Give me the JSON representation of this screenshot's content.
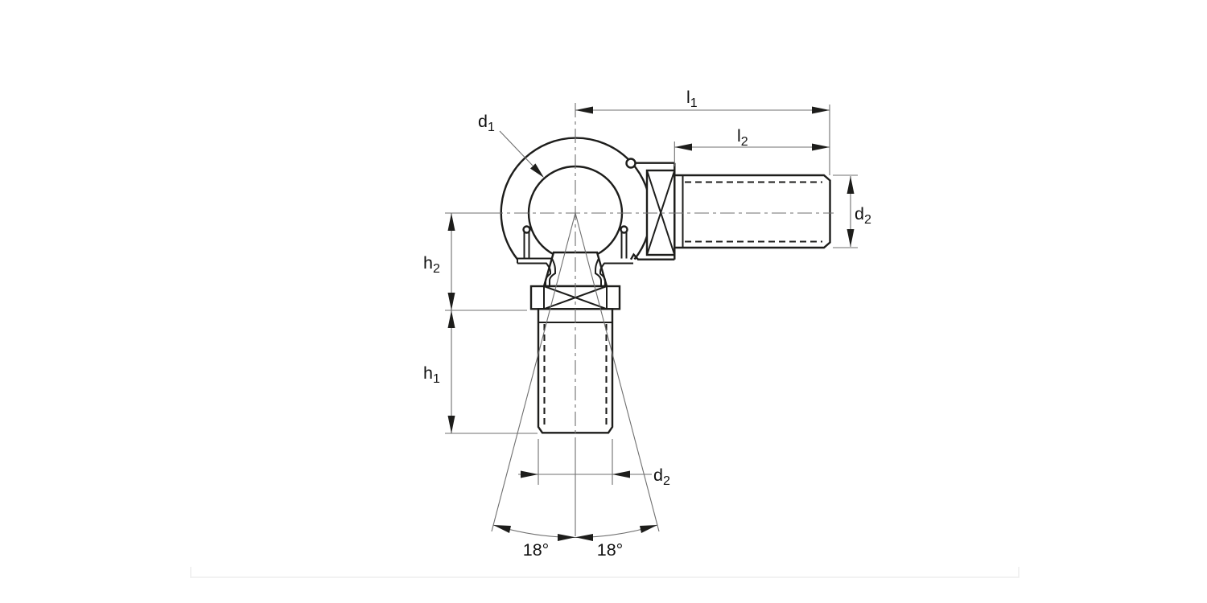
{
  "diagram": {
    "type": "technical-drawing-rod-end-ball-joint",
    "labels": {
      "l1": {
        "base": "l",
        "sub": "1"
      },
      "l2": {
        "base": "l",
        "sub": "2"
      },
      "d1": {
        "base": "d",
        "sub": "1"
      },
      "d2_shank": {
        "base": "d",
        "sub": "2"
      },
      "d2_stud": {
        "base": "d",
        "sub": "2"
      },
      "h2": {
        "base": "h",
        "sub": "2"
      },
      "h1": {
        "base": "h",
        "sub": "1"
      },
      "angle_left": "18°",
      "angle_right": "18°"
    },
    "colors": {
      "line": "#1d1d1b",
      "thin_line": "#6f6f6f",
      "background": "#ffffff",
      "frame": "#ededed"
    }
  }
}
